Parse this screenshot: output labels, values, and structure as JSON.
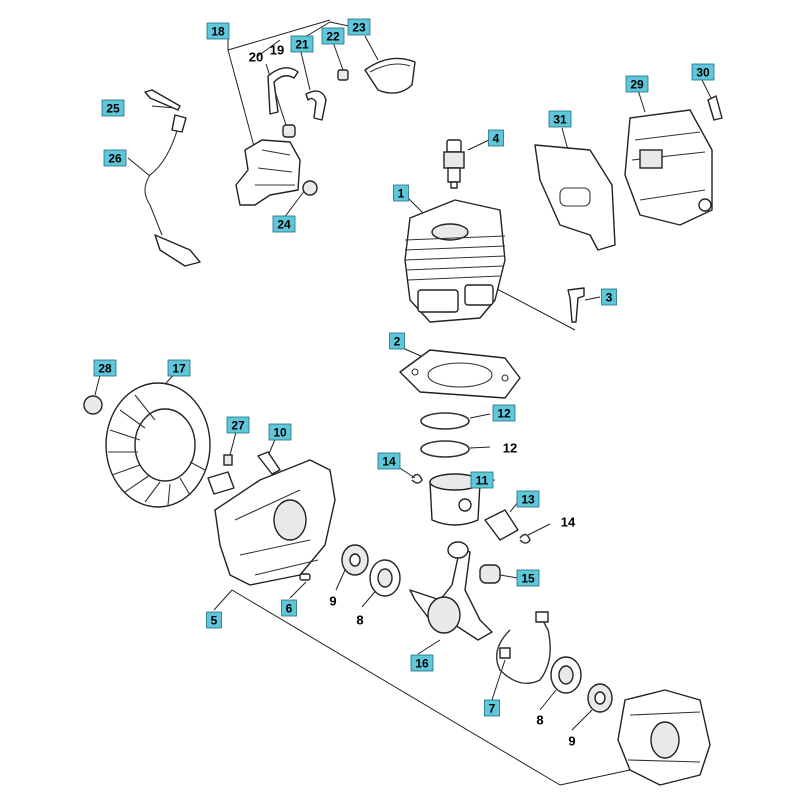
{
  "diagram": {
    "callouts": [
      {
        "label": "18",
        "boxed": true
      },
      {
        "label": "20",
        "boxed": false
      },
      {
        "label": "19",
        "boxed": false
      },
      {
        "label": "21",
        "boxed": true
      },
      {
        "label": "22",
        "boxed": true
      },
      {
        "label": "23",
        "boxed": true
      },
      {
        "label": "25",
        "boxed": true
      },
      {
        "label": "26",
        "boxed": true
      },
      {
        "label": "24",
        "boxed": true
      },
      {
        "label": "4",
        "boxed": true
      },
      {
        "label": "31",
        "boxed": true
      },
      {
        "label": "29",
        "boxed": true
      },
      {
        "label": "30",
        "boxed": true
      },
      {
        "label": "1",
        "boxed": true
      },
      {
        "label": "3",
        "boxed": true
      },
      {
        "label": "2",
        "boxed": true
      },
      {
        "label": "28",
        "boxed": true
      },
      {
        "label": "17",
        "boxed": true
      },
      {
        "label": "27",
        "boxed": true
      },
      {
        "label": "10",
        "boxed": true
      },
      {
        "label": "12",
        "boxed": true
      },
      {
        "label": "12",
        "boxed": false
      },
      {
        "label": "14",
        "boxed": true
      },
      {
        "label": "11",
        "boxed": true
      },
      {
        "label": "13",
        "boxed": true
      },
      {
        "label": "14",
        "boxed": false
      },
      {
        "label": "9",
        "boxed": false
      },
      {
        "label": "8",
        "boxed": false
      },
      {
        "label": "15",
        "boxed": true
      },
      {
        "label": "5",
        "boxed": true
      },
      {
        "label": "6",
        "boxed": true
      },
      {
        "label": "16",
        "boxed": true
      },
      {
        "label": "7",
        "boxed": true
      },
      {
        "label": "8",
        "boxed": false
      },
      {
        "label": "9",
        "boxed": false
      }
    ],
    "colors": {
      "callout_fill": "#5fc7d9",
      "line": "#222222"
    }
  }
}
